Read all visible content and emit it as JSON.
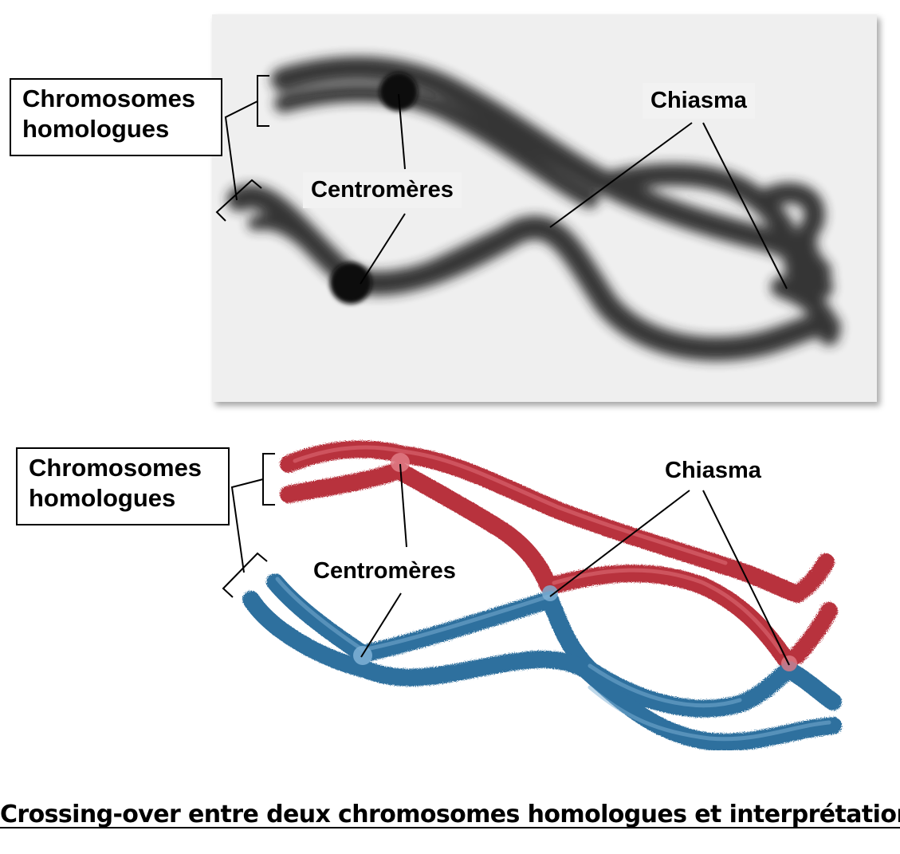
{
  "micrograph": {
    "label_homologues": [
      "Chromosomes",
      "homologues"
    ],
    "label_centromeres": "Centromères",
    "label_chiasma": "Chiasma"
  },
  "drawing": {
    "label_homologues": [
      "Chromosomes",
      "homologues"
    ],
    "label_centromeres": "Centromères",
    "label_chiasma": "Chiasma",
    "colors": {
      "chromosome_red": "#b8313e",
      "chromosome_blue": "#2f6f9e",
      "micrograph_chromatin": "#2b2b2b",
      "micrograph_background": "#eeeeee"
    }
  },
  "caption": "Crossing-over entre deux chromosomes homologues et interprétation"
}
